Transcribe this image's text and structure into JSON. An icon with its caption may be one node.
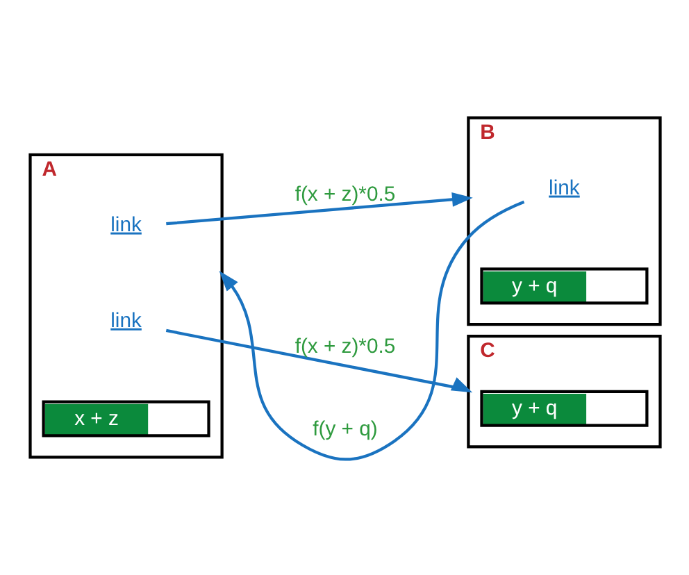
{
  "diagram": {
    "nodes": [
      {
        "text": [
          "A"
        ]
      },
      {
        "text": [
          "link"
        ],
        "in": 0
      },
      {
        "text": [
          "link"
        ],
        "in": 0
      },
      {
        "text": [
          "x + z"
        ],
        "in": 0
      },
      {
        "text": [
          "B"
        ]
      },
      {
        "text": [
          "link"
        ],
        "in": 4
      },
      {
        "text": [
          "y + q"
        ],
        "in": 4
      },
      {
        "text": [
          "C"
        ]
      },
      {
        "text": [
          "y + q"
        ],
        "in": 7
      }
    ],
    "edges": [
      {
        "from": 1,
        "to": 4,
        "arrow": "to",
        "label": "f(x + z)*0.5"
      },
      {
        "from": 5,
        "to": 0,
        "arrow": "to",
        "label": "f(y + q)"
      },
      {
        "from": 2,
        "to": 7,
        "arrow": "to",
        "label": "f(x + z)*0.5"
      }
    ]
  }
}
